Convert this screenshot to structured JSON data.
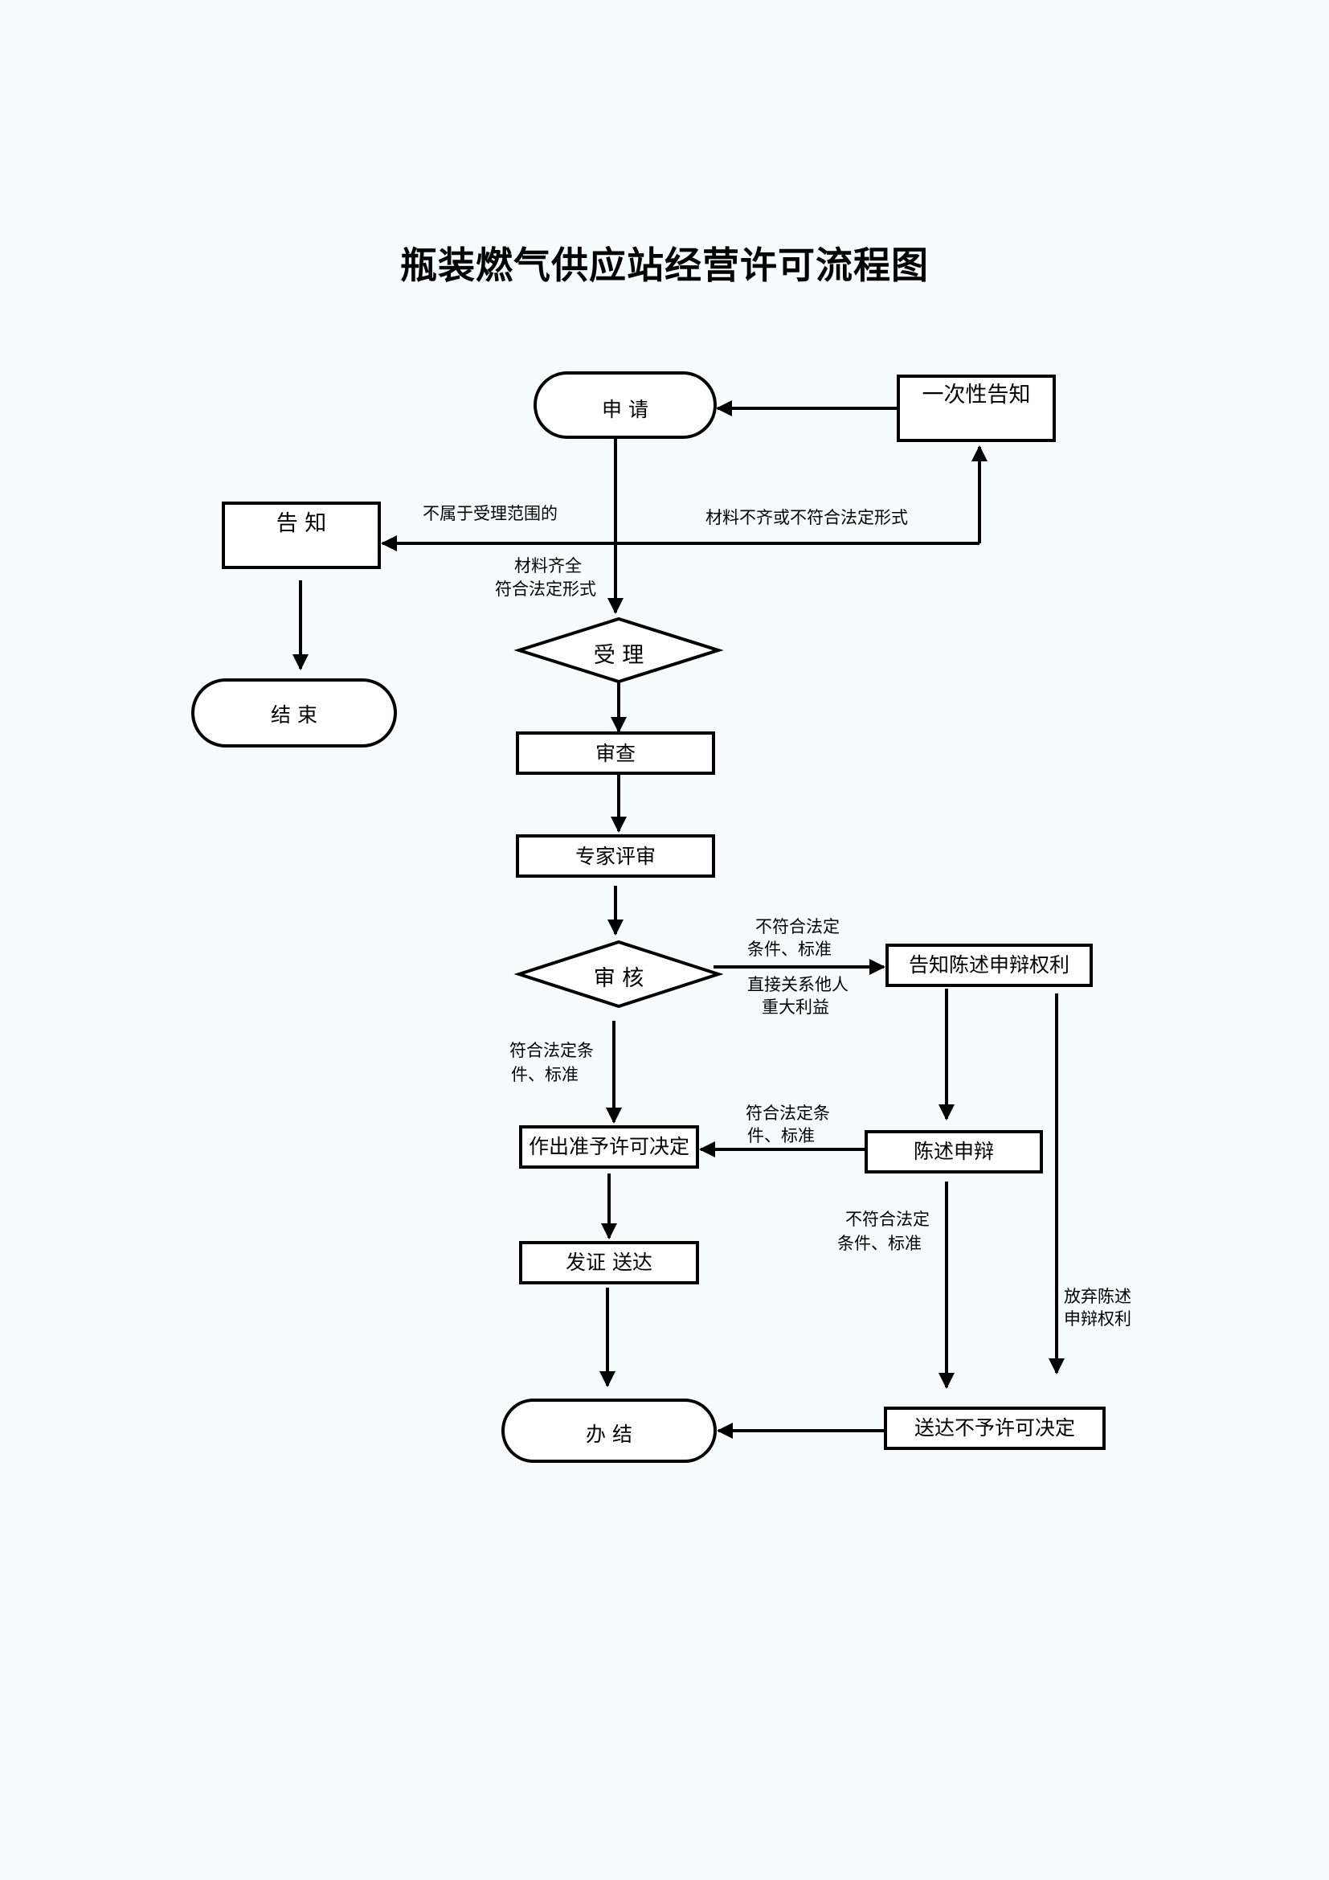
{
  "title": "瓶装燃气供应站经营许可流程图",
  "nodes": {
    "apply": "申 请",
    "one_time_notice": "一次性告知",
    "notice": "告 知",
    "end": "结 束",
    "accept": "受 理",
    "examine": "审查",
    "expert_review": "专家评审",
    "audit": "审 核",
    "notify_rights": "告知陈述申辩权利",
    "approve_decision": "作出准予许可决定",
    "statement": "陈述申辩",
    "issue_deliver": "发证 送达",
    "deliver_denial": "送达不予许可决定",
    "finish": "办 结"
  },
  "labels": {
    "out_of_scope": "不属于受理范围的",
    "incomplete": "材料不齐或不符合法定形式",
    "complete_1": "材料齐全",
    "complete_2": "符合法定形式",
    "not_meet_1": "不符合法定",
    "not_meet_2": "条件、标准",
    "interest_1": "直接关系他人",
    "interest_2": "重大利益",
    "meet_left_1": "符合法定条",
    "meet_left_2": "件、标准",
    "meet_right_1": "符合法定条",
    "meet_right_2": "件、标准",
    "denial_1": "不符合法定",
    "denial_2": "条件、标准",
    "waive_1": "放弃陈述",
    "waive_2": "申辩权利"
  }
}
